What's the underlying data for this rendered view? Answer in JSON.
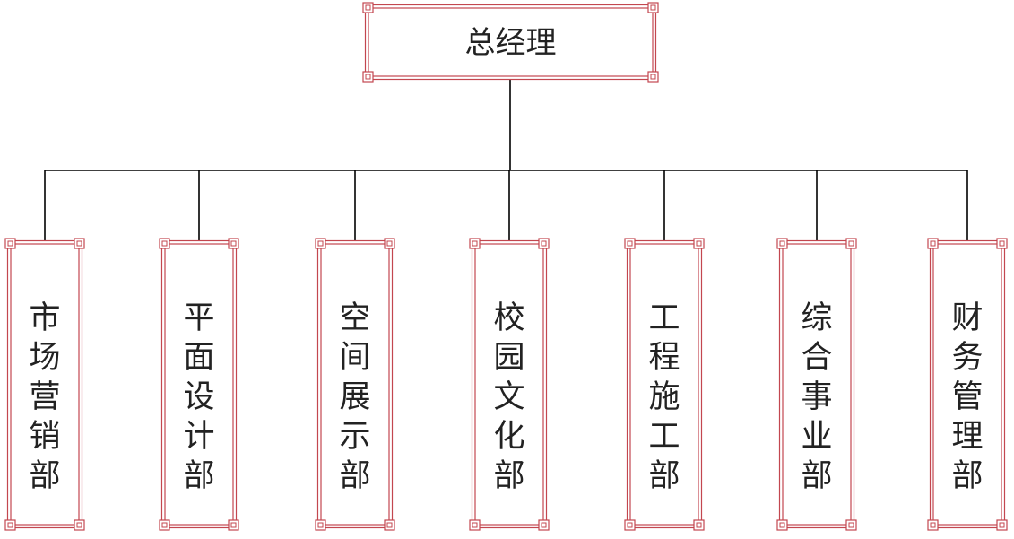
{
  "root": {
    "label": "总经理"
  },
  "departments": [
    {
      "label": "市场营销部"
    },
    {
      "label": "平面设计部"
    },
    {
      "label": "空间展示部"
    },
    {
      "label": "校园文化部"
    },
    {
      "label": "工程施工部"
    },
    {
      "label": "综合事业部"
    },
    {
      "label": "财务管理部"
    }
  ],
  "colors": {
    "frame": "#c3474f",
    "connector": "#000000",
    "text": "#222222"
  }
}
